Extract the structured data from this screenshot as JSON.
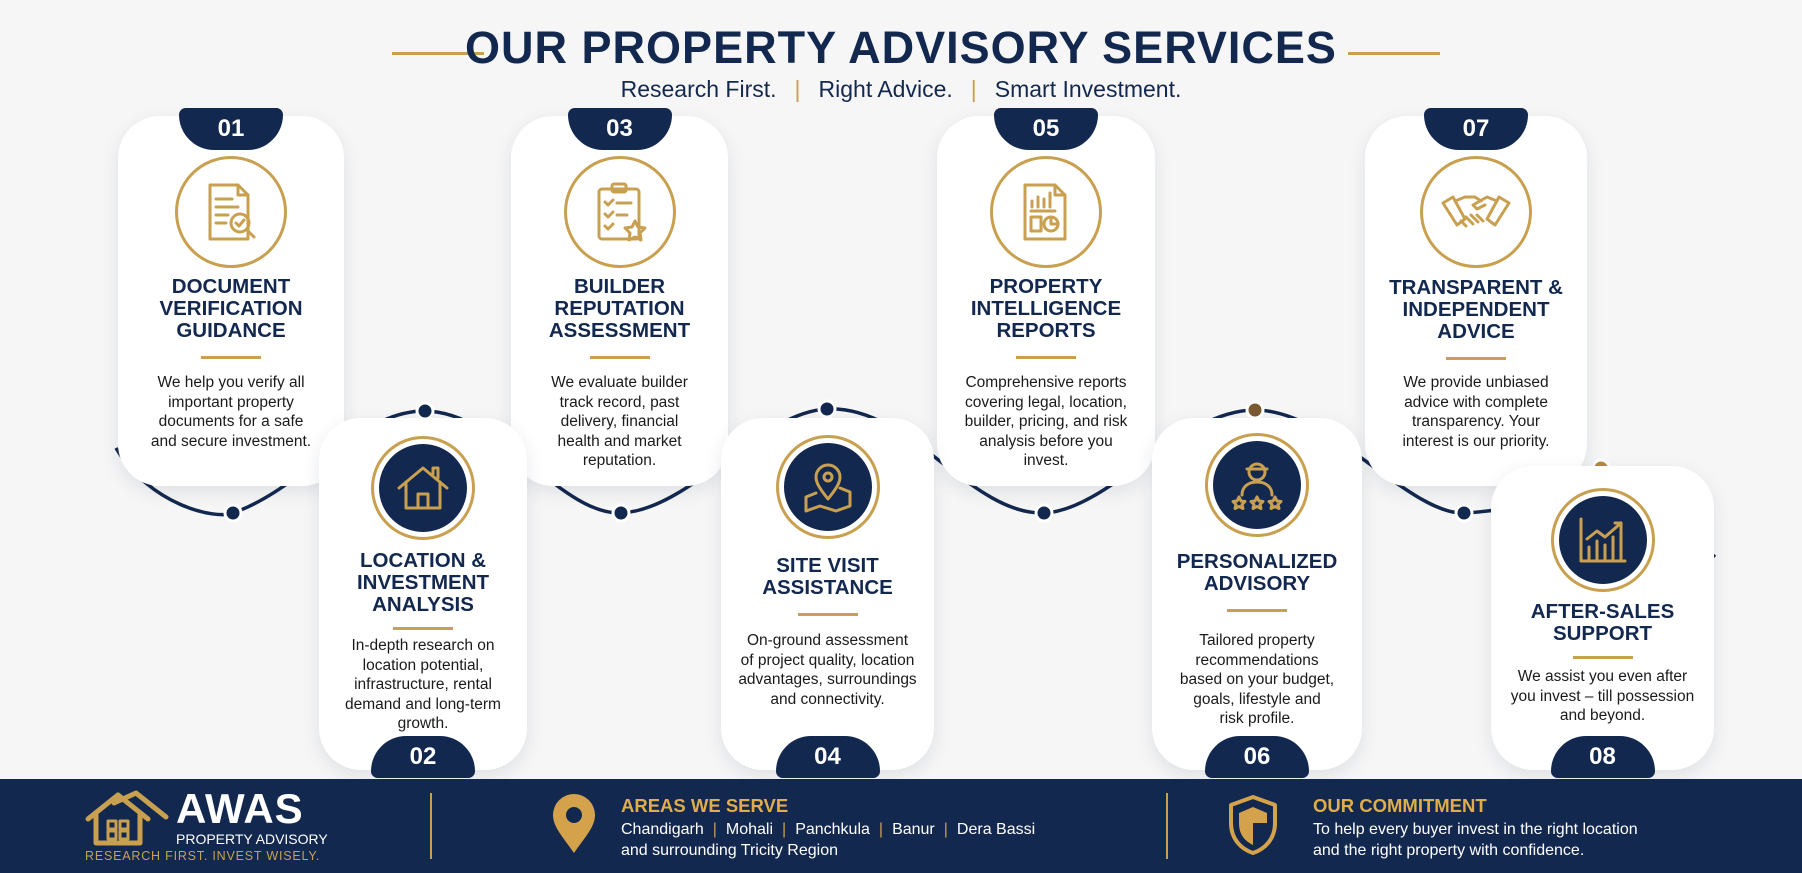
{
  "header": {
    "title": "OUR PROPERTY ADVISORY SERVICES",
    "tagline_1": "Research First.",
    "tagline_2": "Right Advice.",
    "tagline_3": "Smart Investment.",
    "separator": "|"
  },
  "services": [
    {
      "number": "01",
      "title_lines": [
        "DOCUMENT",
        "VERIFICATION",
        "GUIDANCE"
      ],
      "desc_lines": [
        "We help you verify all",
        "important property",
        "documents for a safe",
        "and secure investment."
      ],
      "icon": "document-search-icon"
    },
    {
      "number": "02",
      "title_lines": [
        "LOCATION &",
        "INVESTMENT",
        "ANALYSIS"
      ],
      "desc_lines": [
        "In-depth research on",
        "location potential,",
        "infrastructure, rental",
        "demand and long-term",
        "growth."
      ],
      "icon": "house-icon"
    },
    {
      "number": "03",
      "title_lines": [
        "BUILDER",
        "REPUTATION",
        "ASSESSMENT"
      ],
      "desc_lines": [
        "We evaluate builder",
        "track record, past",
        "delivery, financial",
        "health and market",
        "reputation."
      ],
      "icon": "clipboard-star-icon"
    },
    {
      "number": "04",
      "title_lines": [
        "SITE VISIT",
        "ASSISTANCE"
      ],
      "desc_lines": [
        "On-ground assessment",
        "of project quality, location",
        "advantages, surroundings",
        "and connectivity."
      ],
      "icon": "map-pin-icon"
    },
    {
      "number": "05",
      "title_lines": [
        "PROPERTY",
        "INTELLIGENCE",
        "REPORTS"
      ],
      "desc_lines": [
        "Comprehensive reports",
        "covering legal, location,",
        "builder, pricing, and risk",
        "analysis before you",
        "invest."
      ],
      "icon": "report-chart-icon"
    },
    {
      "number": "06",
      "title_lines": [
        "PERSONALIZED",
        "ADVISORY"
      ],
      "desc_lines": [
        "Tailored property",
        "recommendations",
        "based on your budget,",
        "goals, lifestyle and",
        "risk profile."
      ],
      "icon": "advisor-stars-icon"
    },
    {
      "number": "07",
      "title_lines": [
        "TRANSPARENT &",
        "INDEPENDENT",
        "ADVICE"
      ],
      "desc_lines": [
        "We provide unbiased",
        "advice with complete",
        "transparency. Your",
        "interest is our priority."
      ],
      "icon": "handshake-icon"
    },
    {
      "number": "08",
      "title_lines": [
        "AFTER-SALES",
        "SUPPORT"
      ],
      "desc_lines": [
        "We assist you even after",
        "you invest – till possession",
        "and beyond."
      ],
      "icon": "growth-chart-icon"
    }
  ],
  "footer": {
    "brand_name": "AWAS",
    "brand_sub": "PROPERTY ADVISORY",
    "brand_tag": "RESEARCH FIRST. INVEST WISELY.",
    "areas_heading": "AREAS WE SERVE",
    "areas": [
      "Chandigarh",
      "Mohali",
      "Panchkula",
      "Banur",
      "Dera Bassi"
    ],
    "areas_more": "and surrounding Tricity Region",
    "commitment_heading": "OUR COMMITMENT",
    "commitment_line_1": "To help every buyer invest in the right location",
    "commitment_line_2": "and the right property with confidence."
  },
  "colors": {
    "navy": "#13284f",
    "gold": "#c8a050",
    "gold_bright": "#e0ad4b",
    "background": "#f6f6f6",
    "card": "#ffffff"
  }
}
